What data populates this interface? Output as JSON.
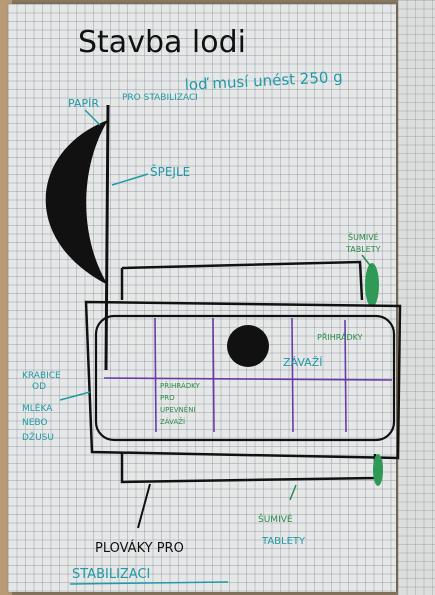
{
  "title": "Stavba lodi",
  "notes": {
    "requirement": "loď musí unést 250 g",
    "paper": "PAPÍR",
    "paper_purpose": "PRO STABILIZACI",
    "skewer": "ŠPEJLE",
    "sail_box_1": "KRABICE",
    "sail_box_2": "OD",
    "sail_box_3": "MLÉKA",
    "sail_box_4": "NEBO",
    "sail_box_5": "DŽUSU",
    "weight_label": "ZÁVAŽÍ",
    "partitions_1": "PŘIHRÁDKY",
    "partitions_2": "PŘIHRÁDKY",
    "partitions_3": "PRO",
    "partitions_4": "UPEVNĚNÍ",
    "partitions_5": "ZÁVAŽÍ",
    "tablets_top_1": "ŠUMIVÉ",
    "tablets_top_2": "TABLETY",
    "tablets_bottom_1": "ŠUMIVÉ",
    "tablets_bottom_2": "TABLETY",
    "floats_1": "PLOVÁKY PRO",
    "floats_2": "STABILIZACI"
  },
  "colors": {
    "ink_black": "#111111",
    "ink_teal": "#1f9aa6",
    "ink_green": "#2c8a4a",
    "ink_purple": "#6a3aa8",
    "tablet_green": "#2e9a56"
  }
}
